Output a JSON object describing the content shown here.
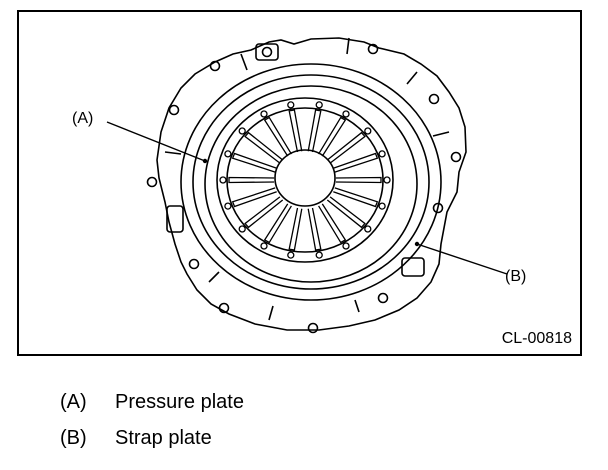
{
  "figure": {
    "callouts": {
      "a": "(A)",
      "b": "(B)"
    },
    "code": "CL-00818"
  },
  "legend": [
    {
      "key": "(A)",
      "label": "Pressure plate"
    },
    {
      "key": "(B)",
      "label": "Strap plate"
    }
  ]
}
